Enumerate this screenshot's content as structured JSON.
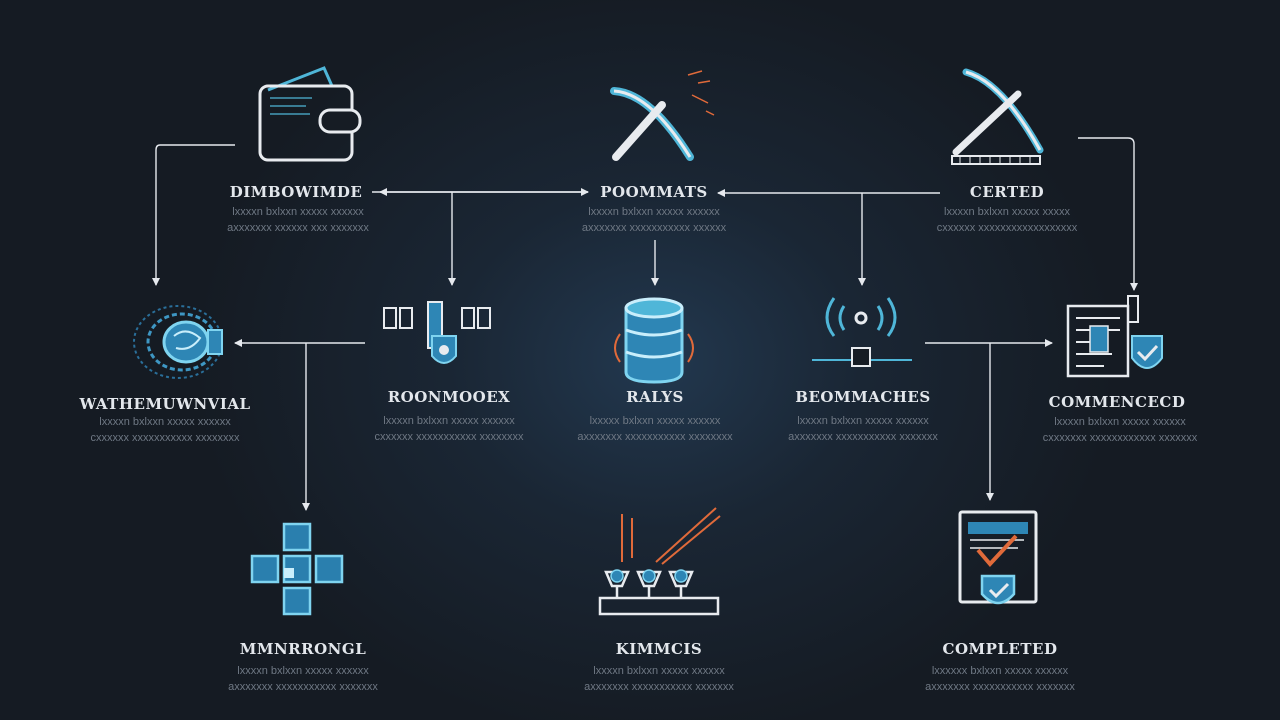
{
  "colors": {
    "background": "#161c24",
    "line": "#e6e9ee",
    "accent_blue": "#4fb6d8",
    "accent_orange": "#e06a3a",
    "text": "#e3e7ec",
    "muted_text": "#6f7884"
  },
  "nodes": [
    {
      "id": "wallet",
      "title": "DIMBOWIMDE",
      "desc": [
        "lxxxxn bxlxxn xxxxx xxxxxx",
        "axxxxxxx xxxxxx xxx xxxxxxx"
      ],
      "icon": "wallet-icon"
    },
    {
      "id": "pickaxe",
      "title": "POOMMATS",
      "desc": [
        "lxxxxn bxlxxn xxxxx xxxxxx",
        "axxxxxxx xxxxxxxxxxx xxxxxx"
      ],
      "icon": "pickaxe-icon"
    },
    {
      "id": "certified",
      "title": "CERTED",
      "desc": [
        "lxxxxn bxlxxn xxxxx xxxxx",
        "cxxxxxx xxxxxxxxxxxxxxxxxx"
      ],
      "icon": "pickaxe-icon"
    },
    {
      "id": "whirl",
      "title": "WATHEMUWNVIAL",
      "desc": [
        "lxxxxn bxlxxn xxxxx xxxxxx",
        "cxxxxxx xxxxxxxxxxx xxxxxxxx"
      ],
      "icon": "vortex-icon"
    },
    {
      "id": "lock",
      "title": "ROONMOOEX",
      "desc": [
        "lxxxxn bxlxxn xxxxx xxxxxx",
        "cxxxxxx xxxxxxxxxxx xxxxxxxx"
      ],
      "icon": "lock-shield-icon"
    },
    {
      "id": "database",
      "title": "RALYS",
      "desc": [
        "lxxxxx bxlxxn xxxxx xxxxxx",
        "axxxxxxx xxxxxxxxxxx xxxxxxxx"
      ],
      "icon": "database-icon"
    },
    {
      "id": "broadcast",
      "title": "BEOMMACHES",
      "desc": [
        "lxxxxn bxlxxn xxxxx xxxxxx",
        "axxxxxxx xxxxxxxxxxx xxxxxxx"
      ],
      "icon": "broadcast-icon"
    },
    {
      "id": "compliance",
      "title": "COMMENCECD",
      "desc": [
        "lxxxxn bxlxxn xxxxx xxxxxx",
        "cxxxxxxx xxxxxxxxxxxx xxxxxxx"
      ],
      "icon": "compliance-icon"
    },
    {
      "id": "blocks",
      "title": "MMNRRONGL",
      "desc": [
        "lxxxxn bxlxxn xxxxx xxxxxx",
        "axxxxxxx xxxxxxxxxxx xxxxxxx"
      ],
      "icon": "blocks-icon"
    },
    {
      "id": "mining",
      "title": "KIMMCIS",
      "desc": [
        "lxxxxn bxlxxn xxxxx xxxxxx",
        "axxxxxxx xxxxxxxxxxx xxxxxxx"
      ],
      "icon": "mining-rig-icon"
    },
    {
      "id": "completed",
      "title": "COMPLETED",
      "desc": [
        "lxxxxxx bxlxxn xxxxx xxxxxx",
        "axxxxxxx xxxxxxxxxxx xxxxxxx"
      ],
      "icon": "document-check-icon"
    }
  ]
}
